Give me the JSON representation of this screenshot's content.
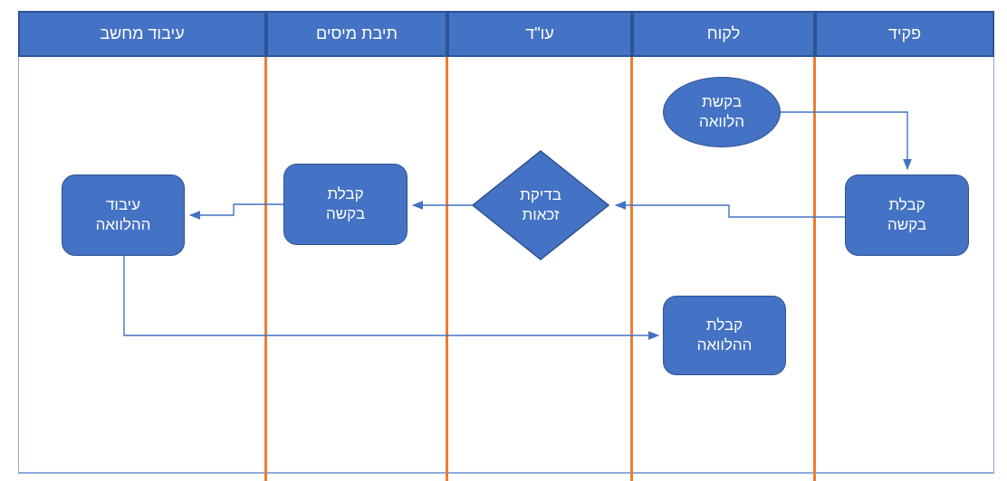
{
  "diagram": {
    "type": "cross-functional-flowchart",
    "language": "Hebrew",
    "direction": "rtl",
    "lanes": [
      {
        "label": "עיבוד מחשב"
      },
      {
        "label": "תיבת מיסים"
      },
      {
        "label": "עו\"ד"
      },
      {
        "label": "לקוח"
      },
      {
        "label": "פקיד"
      }
    ],
    "nodes": [
      {
        "id": "loan-request-start",
        "shape": "ellipse",
        "lane": "לקוח",
        "label": "בקשת\nהלוואה"
      },
      {
        "id": "receive-request-clerk",
        "shape": "rounded-rect",
        "lane": "פקיד",
        "label": "קבלת\nבקשה"
      },
      {
        "id": "eligibility-check",
        "shape": "diamond",
        "lane": "עו\"ד",
        "label": "בדיקת\nזכאות"
      },
      {
        "id": "receive-request-tax",
        "shape": "rounded-rect",
        "lane": "תיבת מיסים",
        "label": "קבלת\nבקשה"
      },
      {
        "id": "process-loan",
        "shape": "rounded-rect",
        "lane": "עיבוד מחשב",
        "label": "עיבוד\nההלוואה"
      },
      {
        "id": "receive-loan",
        "shape": "rounded-rect",
        "lane": "לקוח",
        "label": "קבלת\nההלוואה"
      }
    ],
    "edges": [
      {
        "from": "loan-request-start",
        "to": "receive-request-clerk"
      },
      {
        "from": "receive-request-clerk",
        "to": "eligibility-check"
      },
      {
        "from": "eligibility-check",
        "to": "receive-request-tax"
      },
      {
        "from": "receive-request-tax",
        "to": "process-loan"
      },
      {
        "from": "process-loan",
        "to": "receive-loan"
      }
    ],
    "colors": {
      "shape_fill": "#4472C4",
      "shape_border": "#2F528F",
      "header_fill": "#4472C4",
      "header_border": "#2E5494",
      "lane_divider": "#ED7D31",
      "frame_border": "#8FAADC",
      "connector": "#4472C4",
      "text": "#FFFFFF"
    }
  }
}
